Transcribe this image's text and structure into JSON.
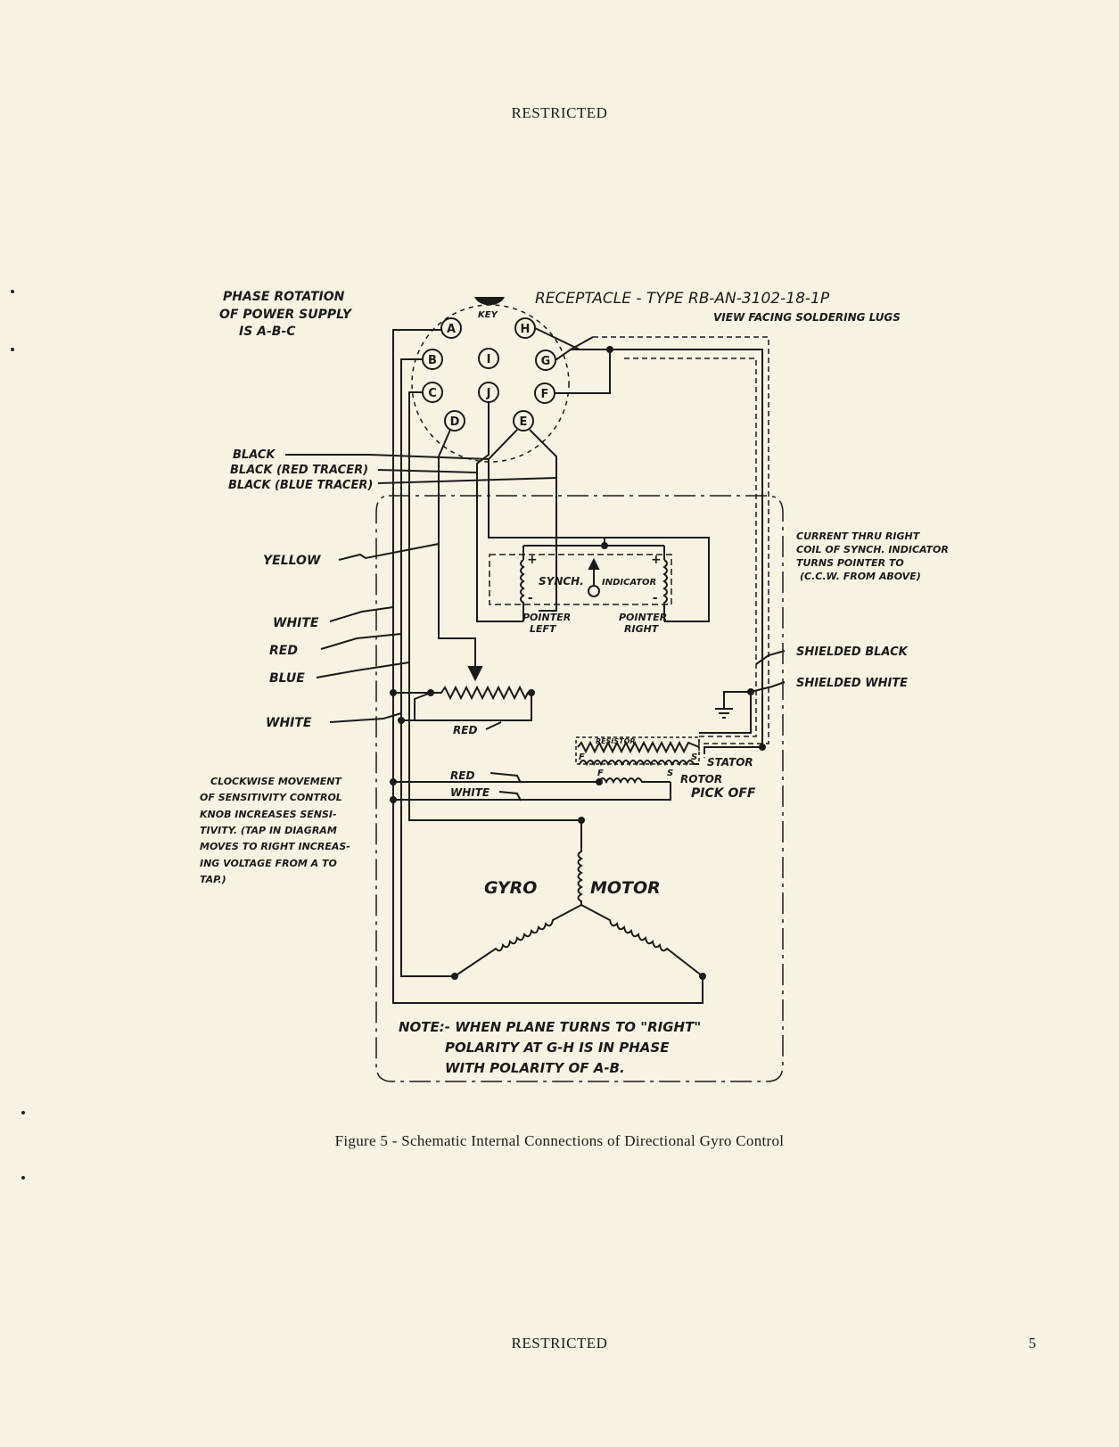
{
  "header": "RESTRICTED",
  "footer": "RESTRICTED",
  "page_number": "5",
  "caption": "Figure 5 - Schematic Internal Connections of Directional Gyro Control",
  "diagram": {
    "phase_rotation": [
      "PHASE ROTATION",
      "OF POWER SUPPLY",
      "IS A-B-C"
    ],
    "receptacle": [
      "RECEPTACLE - TYPE RB-AN-3102-18-1P",
      "VIEW FACING SOLDERING LUGS"
    ],
    "key_label": "KEY",
    "pins": [
      "A",
      "B",
      "C",
      "D",
      "E",
      "F",
      "G",
      "H",
      "I",
      "J"
    ],
    "wire_labels": {
      "black": "BLACK",
      "black_red": "BLACK (RED TRACER)",
      "black_blue": "BLACK (BLUE TRACER)",
      "yellow": "YELLOW",
      "white1": "WHITE",
      "red1": "RED",
      "blue": "BLUE",
      "white2": "WHITE",
      "red_res": "RED",
      "red2": "RED",
      "white3": "WHITE",
      "shielded_black": "SHIELDED BLACK",
      "shielded_white": "SHIELDED WHITE"
    },
    "synch": {
      "label1": "SYNCH.",
      "label2": "INDICATOR",
      "pointer_left": [
        "POINTER",
        "LEFT"
      ],
      "pointer_right": [
        "POINTER",
        "RIGHT"
      ],
      "plus": "+",
      "minus": "-"
    },
    "current_note": [
      "CURRENT THRU RIGHT",
      "COIL OF SYNCH. INDICATOR",
      "TURNS POINTER TO",
      "(C.C.W. FROM ABOVE)"
    ],
    "pickoff": {
      "resistor": "RESISTOR",
      "stator": "STATOR",
      "rotor": "ROTOR",
      "pick_off": "PICK OFF",
      "f": "F",
      "s": "S"
    },
    "sensitivity_note": [
      "CLOCKWISE MOVEMENT",
      "OF SENSITIVITY CONTROL",
      "KNOB INCREASES SENSI-",
      "TIVITY. (TAP IN DIAGRAM",
      "MOVES TO RIGHT INCREAS-",
      "ING VOLTAGE FROM A TO",
      "TAP.)"
    ],
    "gyro": "GYRO",
    "motor": "MOTOR",
    "note": [
      "NOTE:- WHEN PLANE TURNS TO \"RIGHT\"",
      "POLARITY AT G-H IS IN PHASE",
      "WITH POLARITY OF A-B."
    ]
  }
}
